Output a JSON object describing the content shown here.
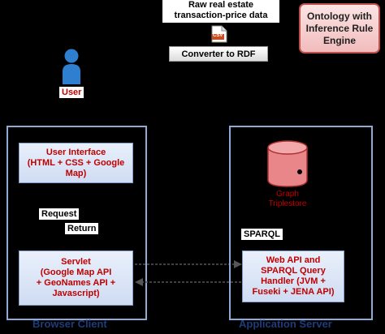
{
  "raw_data_label": [
    "Raw real estate",
    "transaction-price data"
  ],
  "csv_icon_text": "CSV",
  "converter_label": "Converter to RDF",
  "ontology_label": [
    "Ontology with",
    "Inference Rule",
    "Engine"
  ],
  "user_label": "User",
  "browser_client": {
    "caption": "Browser Client",
    "ui_box": [
      "User Interface",
      "(HTML + CSS + Google",
      "Map)"
    ],
    "request_label": "Request",
    "return_label": "Return",
    "servlet_box": [
      "Servlet",
      "(Google Map API",
      "+ GeoNames API +",
      "Javascript)"
    ]
  },
  "application_server": {
    "caption": "Application Server",
    "triplestore_label": [
      "Graph",
      "Triplestore"
    ],
    "sparql_label": "SPARQL",
    "handler_box": [
      "Web API and",
      "SPARQL Query",
      "Handler (JVM +",
      "Fuseki + JENA API)"
    ]
  },
  "colors": {
    "frame": "#8faad6",
    "caption": "#1f3c7a",
    "box_text_red": "#c00000",
    "user_icon": "#2f7fd1",
    "db_fill": "#e8868a"
  }
}
